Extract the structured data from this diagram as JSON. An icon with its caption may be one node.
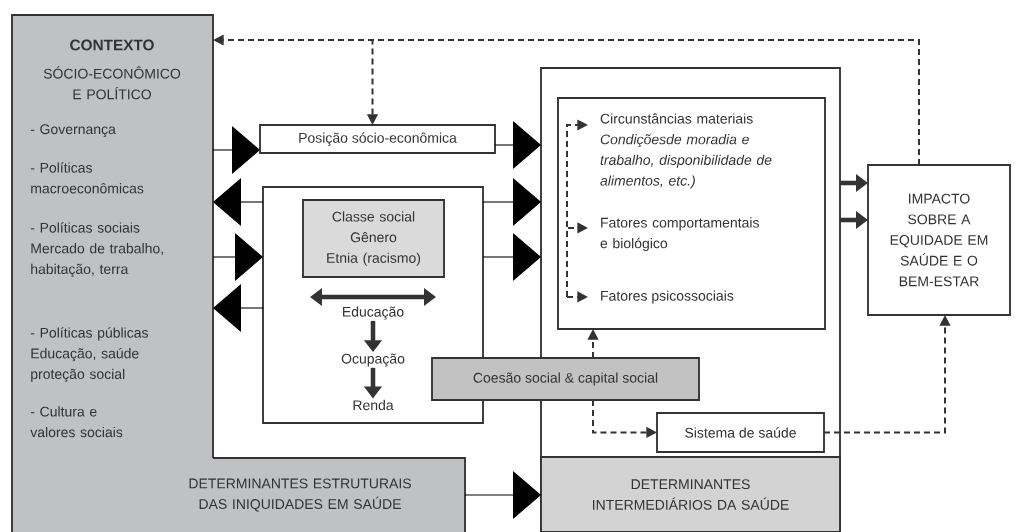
{
  "diagram": {
    "nodes": [
      {
        "text": [
          "CONTEXTO",
          "SÓCIO-ECONÔMICO E POLÍTICO",
          "- Governança",
          "- Políticas macroeconômicas",
          "- Políticas sociais Mercado de trabalho, habitação, terra",
          "- Políticas públicas Educação, saúde proteção social",
          "- Cultura e valores sociais"
        ]
      },
      {
        "text": [
          "DETERMINANTES ESTRUTURAIS DAS INIQUIDADES EM SAÚDE"
        ]
      },
      {
        "text": [
          "Posição sócio-econômica"
        ]
      },
      {
        "text": [],
        "shape": "box"
      },
      {
        "text": [
          "Classe social",
          "Gênero",
          "Etnia (racismo)"
        ],
        "in": 3
      },
      {
        "text": [
          "Educação"
        ],
        "in": 3
      },
      {
        "text": [
          "Ocupação"
        ],
        "in": 3
      },
      {
        "text": [
          "Renda"
        ],
        "in": 3
      },
      {
        "text": [],
        "shape": "box"
      },
      {
        "text": [],
        "shape": "box",
        "in": 8
      },
      {
        "text": [
          "Circunstâncias materiais",
          "Condiçõesde moradia e trabalho, disponibilidade de alimentos, etc.)"
        ],
        "in": 9
      },
      {
        "text": [
          "Fatores comportamentais e biológico"
        ],
        "in": 9
      },
      {
        "text": [
          "Fatores psicossociais"
        ],
        "in": 9
      },
      {
        "text": [
          "Coesão social & capital social"
        ]
      },
      {
        "text": [
          "Sistema de saúde"
        ],
        "in": 8
      },
      {
        "text": [
          "DETERMINANTES INTERMEDIÁRIOS DA SAÚDE"
        ],
        "in": 8
      },
      {
        "text": [
          "IMPACTO SOBRE A EQUIDADE EM SAÚDE E O BEM-ESTAR"
        ]
      }
    ],
    "edges": [
      {
        "from": 16,
        "to": 0,
        "arrow": "to",
        "style": "dashed"
      },
      {
        "from": 16,
        "to": 2,
        "arrow": "to",
        "style": "dashed"
      },
      {
        "from": 0,
        "to": 2,
        "arrow": "to"
      },
      {
        "from": 3,
        "to": 0,
        "arrow": "to"
      },
      {
        "from": 0,
        "to": 3,
        "arrow": "to"
      },
      {
        "from": 3,
        "to": 0,
        "arrow": "to"
      },
      {
        "from": 2,
        "to": 8,
        "arrow": "to"
      },
      {
        "from": 3,
        "to": 8,
        "arrow": "to"
      },
      {
        "from": 3,
        "to": 8,
        "arrow": "to"
      },
      {
        "from": 1,
        "to": 15,
        "arrow": "to"
      },
      {
        "from": 5,
        "to": 6,
        "arrow": "to",
        "style": "thick"
      },
      {
        "from": 6,
        "to": 7,
        "arrow": "to",
        "style": "thick"
      },
      {
        "from": null,
        "to": 10,
        "arrow": "to",
        "style": "dashed"
      },
      {
        "from": null,
        "to": 11,
        "arrow": "to",
        "style": "dashed"
      },
      {
        "from": null,
        "to": 12,
        "arrow": "to",
        "style": "dashed"
      },
      {
        "from": 13,
        "to": 9,
        "arrow": "to",
        "style": "dashed"
      },
      {
        "from": 13,
        "to": 14,
        "arrow": "to",
        "style": "dashed"
      },
      {
        "from": 14,
        "to": 16,
        "arrow": "to",
        "style": "dashed"
      },
      {
        "from": 8,
        "to": 16,
        "arrow": "to",
        "style": "thick"
      },
      {
        "from": 8,
        "to": 16,
        "arrow": "to",
        "style": "thick"
      }
    ]
  }
}
